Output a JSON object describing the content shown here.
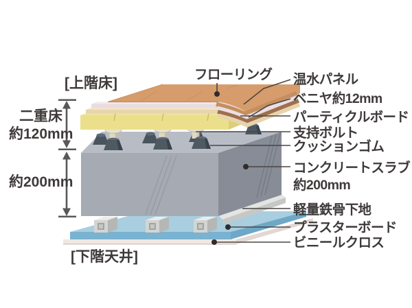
{
  "diagram": {
    "kind": "floor-structure-cross-section",
    "headers": {
      "upper_floor": "[上階床]",
      "lower_ceiling": "[下階天井]"
    },
    "dimensions": {
      "double_floor_name": "二重床",
      "double_floor_value": "約120mm",
      "slab_value": "約200mm"
    },
    "labels": {
      "flooring": "フローリング",
      "hot_water_panel": "温水パネル",
      "plywood": "ベニヤ約12mm",
      "particle_board": "パーティクルボード",
      "support_bolt": "支持ボルト",
      "cushion_rubber": "クッションゴム",
      "concrete_slab_1": "コンクリートスラブ",
      "concrete_slab_2": "約200mm",
      "light_steel_frame": "軽量鉄骨下地",
      "plaster_board": "プラスターボード",
      "vinyl_cloth": "ビニールクロス"
    },
    "colors": {
      "flooring_top": "#D79C6B",
      "flooring_edge": "#C58E5F",
      "hot_water_panel": "#E8DCE1",
      "hot_water_panel_core": "#9F6F4E",
      "plywood": "#E7D5AF",
      "particle_board": "#EBDF8C",
      "particle_board_end": "#DCCF78",
      "bolt": "#E3DCC6",
      "cushion": "#4E5962",
      "concrete_top": "#B8BDC5",
      "concrete_front": "#A6AAB2",
      "concrete_side": "#878C96",
      "steel_frame": "#D3D5D3",
      "plaster_board": "#A8CEE0",
      "plaster_board_front": "#79B3D1",
      "vinyl_cloth": "#F0E8E4",
      "text": "#3E3A39",
      "leader_line": "#4A4543",
      "dimension_arrow": "#595757",
      "background": "#FFFFFF"
    }
  }
}
